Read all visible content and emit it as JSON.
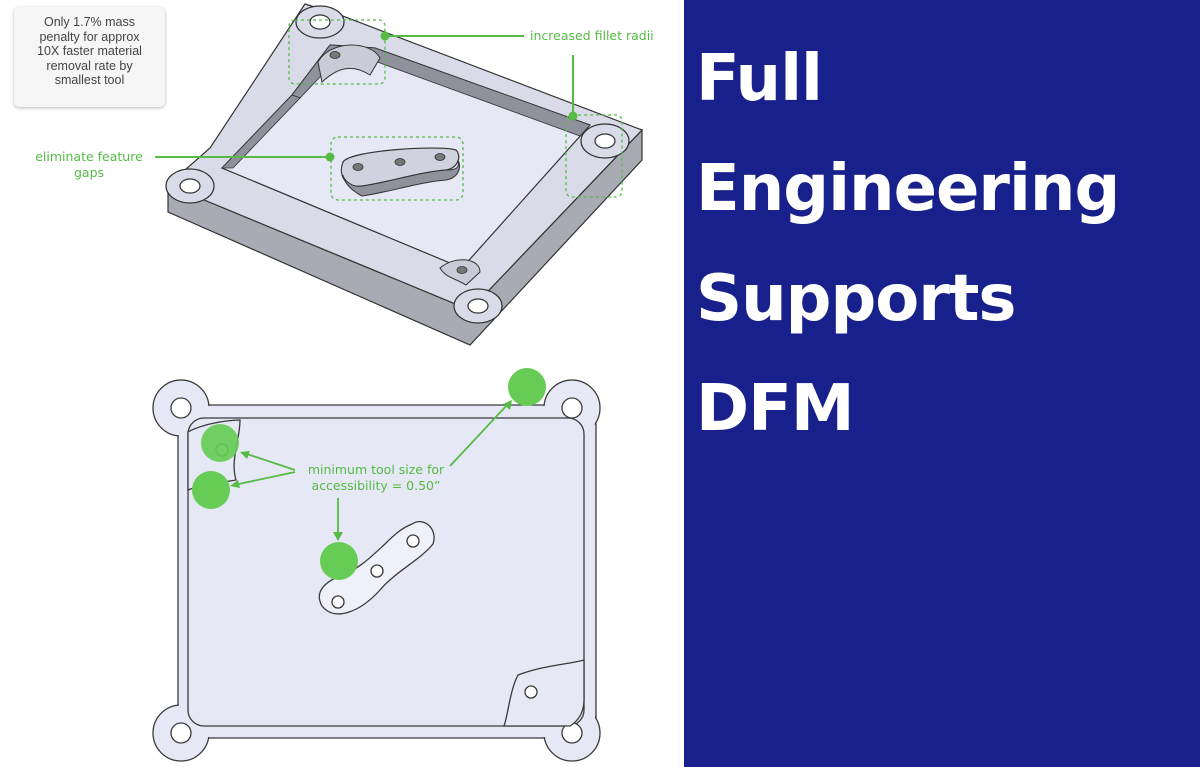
{
  "annotations": {
    "mass_note": [
      "Only 1.7% mass",
      "penalty for approx",
      "10X faster material",
      "removal rate by",
      "smallest tool"
    ],
    "fillet_label": "increased fillet radii",
    "gap_label": [
      "eliminate feature",
      "gaps"
    ],
    "tool_label": [
      "minimum tool size for",
      "accessibility = 0.50”"
    ]
  },
  "panel": {
    "title_lines": [
      "Full",
      "Engineering",
      "Supports",
      "DFM"
    ]
  },
  "colors": {
    "accent_green": "#55bb44",
    "panel_blue": "#18208c",
    "part_fill": "#e6e8f6",
    "outline": "#3a3a3a"
  }
}
